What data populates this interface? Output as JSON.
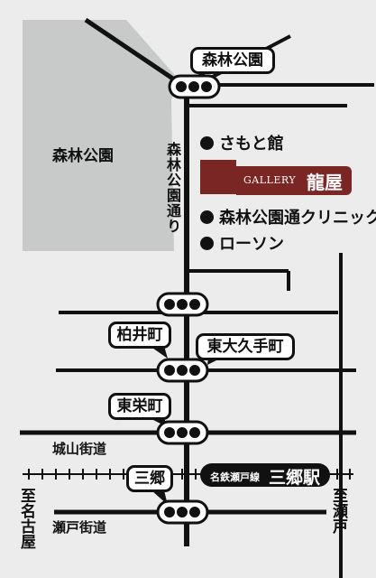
{
  "map": {
    "area_label": "森林公園",
    "vertical_road": "森林公園通り",
    "castle_road": "城山街道",
    "seto_road": "瀬戸街道",
    "left_direction": "至名古屋",
    "right_direction": "至瀬戸",
    "intersections": {
      "shinrin_koen": "森林公園",
      "kashiwai_cho": "柏井町",
      "higashi_okute_cho": "東大久手町",
      "higashi_sakae_cho": "東栄町",
      "sango": "三郷"
    },
    "pois": {
      "samoto": "さもと館",
      "clinic": "森林公園通クリニック",
      "lawson": "ローソン"
    },
    "gallery": {
      "latin": "GALLERY",
      "name": "龍屋",
      "color": "#7a2625"
    },
    "station": {
      "line": "名鉄瀬戸線",
      "name": "三郷駅"
    },
    "colors": {
      "park": "#c8caca",
      "background": "#ececec",
      "road": "#111111"
    }
  }
}
